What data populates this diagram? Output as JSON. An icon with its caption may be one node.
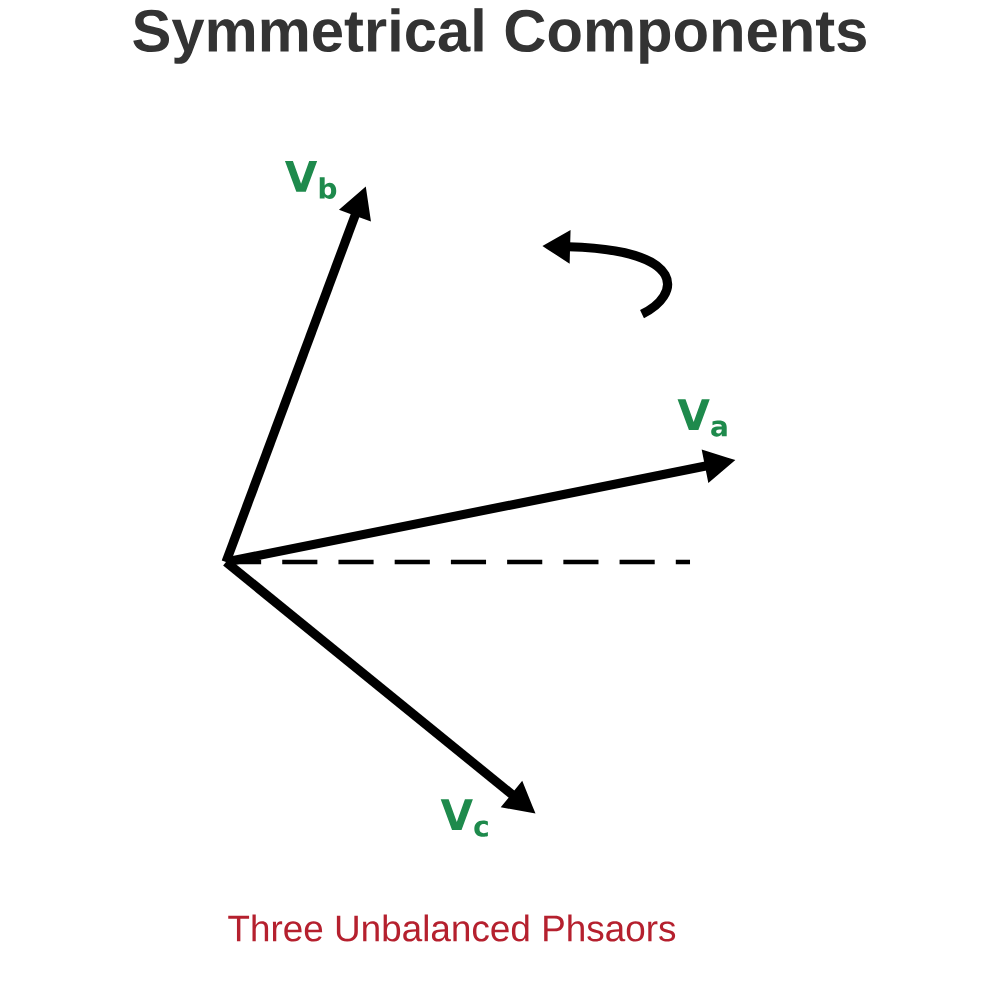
{
  "diagram": {
    "title": "Symmetrical Components",
    "caption": "Three Unbalanced Phsaors",
    "labels": [
      "V$_{b}$",
      "V$_{a}$",
      "V$_{c}$"
    ]
  }
}
